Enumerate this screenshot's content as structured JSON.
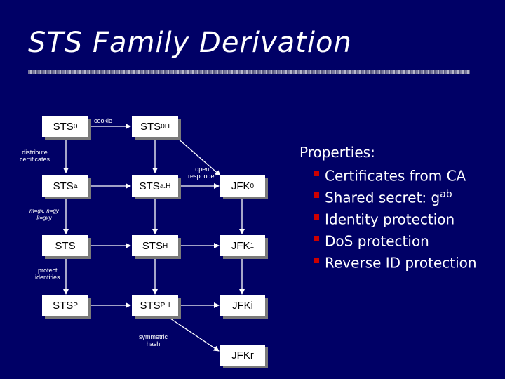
{
  "slide": {
    "title": "STS Family Derivation",
    "nodes": {
      "sts0": {
        "base": "STS",
        "sub": "0"
      },
      "sts0h": {
        "base": "STS",
        "sub": "0H"
      },
      "stsa": {
        "base": "STS",
        "sub": "a"
      },
      "stsah": {
        "base": "STS",
        "sub": "a.H"
      },
      "jfk0": {
        "base": "JFK",
        "sub": "0"
      },
      "sts": {
        "base": "STS",
        "sub": ""
      },
      "stsh": {
        "base": "STS",
        "sub": "H"
      },
      "jfk1": {
        "base": "JFK",
        "sub": "1"
      },
      "stsp": {
        "base": "STS",
        "sub": "P"
      },
      "stsph": {
        "base": "STS",
        "sub": "PH"
      },
      "jfki": {
        "base": "JFKi",
        "sub": ""
      },
      "jfkr": {
        "base": "JFKr",
        "sub": ""
      }
    },
    "labels": {
      "cookie": "cookie",
      "distribute_1": "distribute",
      "distribute_2": "certificates",
      "open_1": "open",
      "open_2": "responder",
      "exponent_1": "m=gx, n=gy",
      "exponent_2": "k=gxy",
      "protect_1": "protect",
      "protect_2": "identities",
      "symmetric_1": "symmetric",
      "symmetric_2": "hash"
    },
    "properties": {
      "heading": "Properties:",
      "items": [
        {
          "text": "Certificates from CA",
          "sup": ""
        },
        {
          "text": "Shared secret: g",
          "sup": "ab"
        },
        {
          "text": "Identity protection",
          "sup": ""
        },
        {
          "text": "DoS protection",
          "sup": ""
        },
        {
          "text": "Reverse ID protection",
          "sup": ""
        }
      ]
    },
    "colors": {
      "background": "#000066",
      "bullet": "#cc0000",
      "node": "#ffffff",
      "arrow": "#ffffff"
    }
  }
}
